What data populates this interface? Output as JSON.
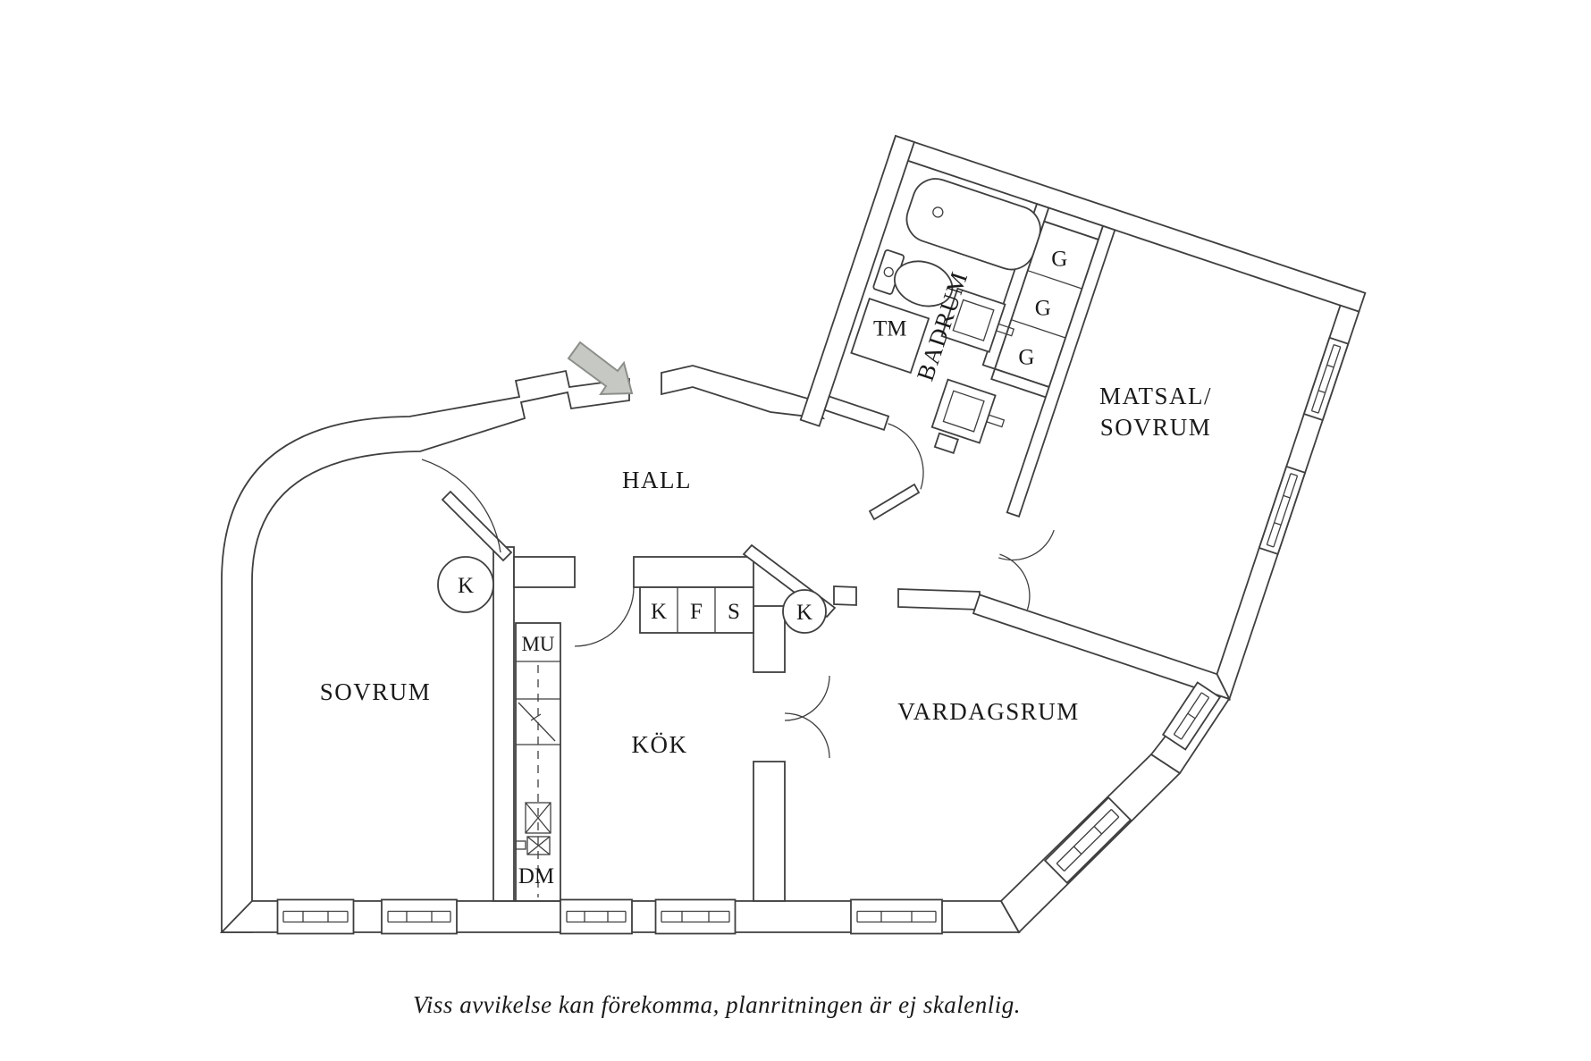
{
  "floorplan": {
    "rooms": {
      "sovrum": {
        "label": "SOVRUM"
      },
      "hall": {
        "label": "HALL"
      },
      "kok": {
        "label": "KÖK"
      },
      "vardagsrum": {
        "label": "VARDAGSRUM"
      },
      "badrum": {
        "label": "BADRUM"
      },
      "matsal": {
        "line1": "MATSAL/",
        "line2": "SOVRUM"
      }
    },
    "fixtures": {
      "tm": "TM",
      "g1": "G",
      "g2": "G",
      "g3": "G",
      "mu": "MU",
      "dm": "DM",
      "k_box": "K",
      "f_box": "F",
      "s_box": "S",
      "k_circle_sovrum": "K",
      "k_circle_kok": "K"
    },
    "caption": "Viss avvikelse kan förekomma, planritningen är ej skalenlig.",
    "colors": {
      "line": "#3f3f3f",
      "text": "#1a1a1a",
      "background": "#ffffff",
      "arrow_fill": "#c6c8c4",
      "arrow_stroke": "#8b8e89"
    }
  }
}
